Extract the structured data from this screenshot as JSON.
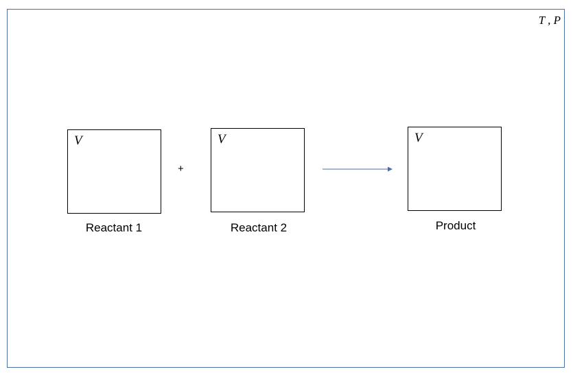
{
  "conditions": "T , P",
  "operator": "+",
  "species": [
    {
      "volume_label": "V",
      "caption": "Reactant 1"
    },
    {
      "volume_label": "V",
      "caption": "Reactant 2"
    },
    {
      "volume_label": "V",
      "caption": "Product"
    }
  ],
  "colors": {
    "frame": "#4a6fa5",
    "arrow": "#4a6fa5"
  }
}
